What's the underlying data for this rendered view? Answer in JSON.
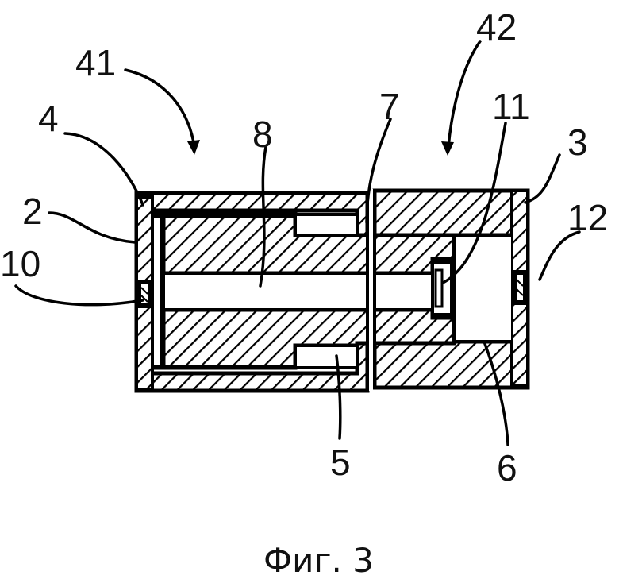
{
  "labels": {
    "assembly_left": "41",
    "assembly_right": "42",
    "part_2": "2",
    "part_3": "3",
    "part_4": "4",
    "part_5": "5",
    "part_6": "6",
    "part_7": "7",
    "part_8": "8",
    "part_10": "10",
    "part_11": "11",
    "part_12": "12"
  },
  "caption": "Фиг. 3",
  "colors": {
    "ink": "#000000",
    "paper": "#ffffff"
  }
}
